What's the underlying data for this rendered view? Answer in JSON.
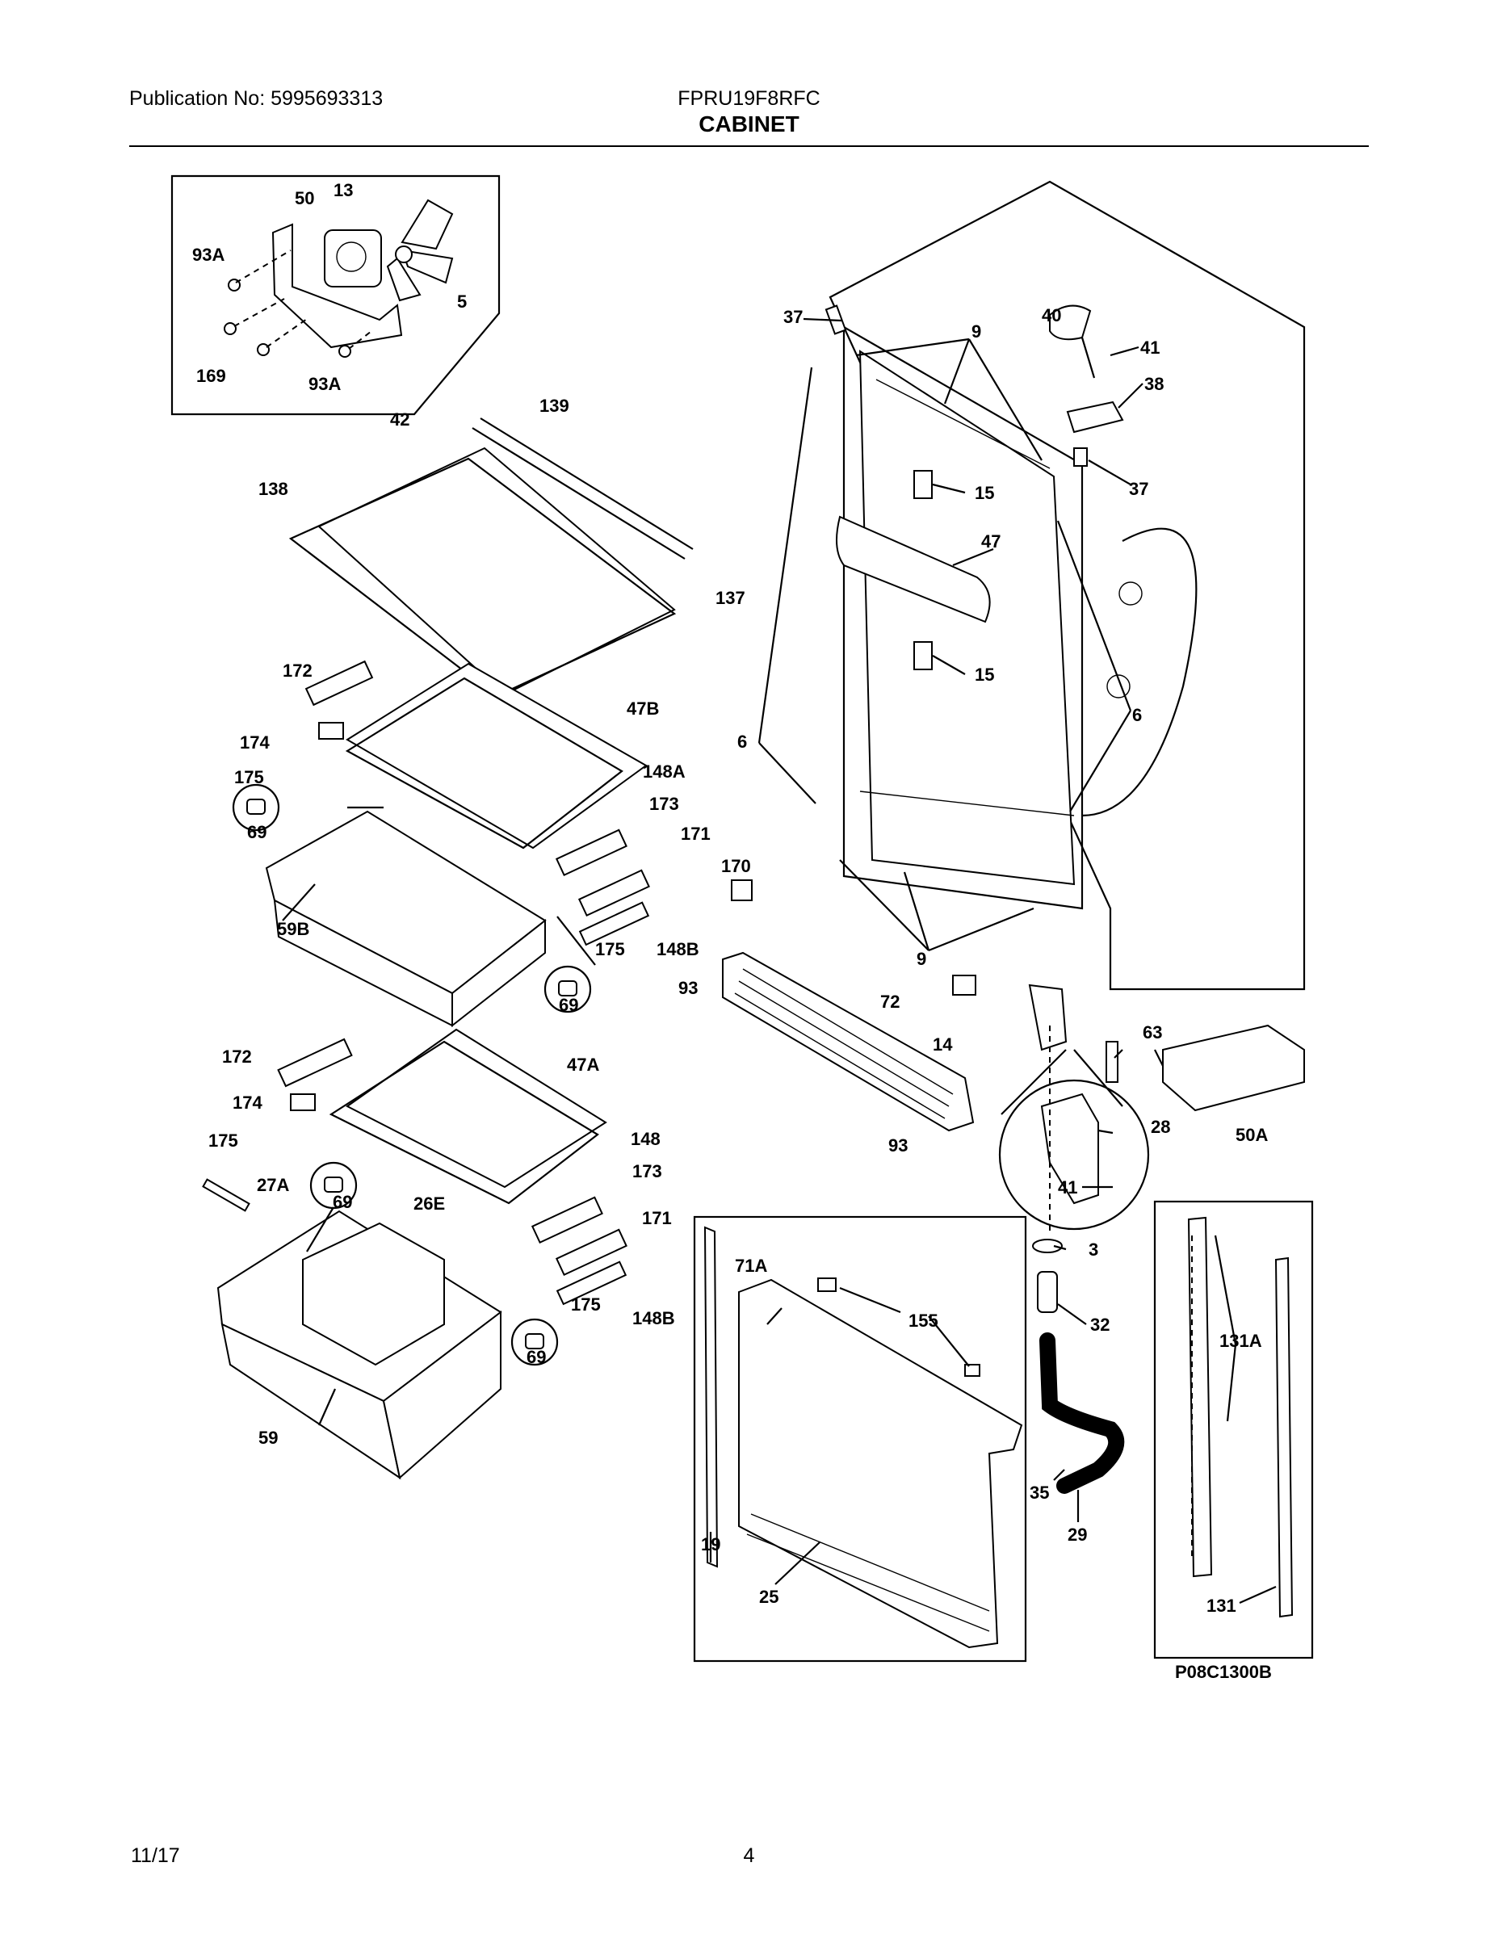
{
  "header": {
    "publication": "Publication No: 5995693313",
    "model": "FPRU19F8RFC",
    "section": "CABINET"
  },
  "footer": {
    "date": "11/17",
    "page": "4"
  },
  "figure_code": "P08C1300B",
  "part_labels": {
    "fan_motor": [
      "50",
      "13",
      "93A",
      "5",
      "169",
      "93A"
    ],
    "cabinet_top": [
      "37",
      "9",
      "40",
      "41",
      "38",
      "37",
      "15",
      "47",
      "15",
      "6",
      "6"
    ],
    "top_shelf": [
      "42",
      "139",
      "138",
      "137"
    ],
    "drawer_b": [
      "172",
      "47B",
      "174",
      "175",
      "148A",
      "69",
      "173",
      "171",
      "170",
      "175",
      "148B",
      "59B",
      "69"
    ],
    "grille": [
      "93",
      "72",
      "9",
      "14",
      "63",
      "50A",
      "93"
    ],
    "drawer_a": [
      "172",
      "47A",
      "174",
      "175",
      "148",
      "173",
      "27A",
      "69",
      "26E",
      "171",
      "175",
      "148B",
      "69",
      "59"
    ],
    "hinge_detail": [
      "28",
      "41"
    ],
    "door_parts": [
      "71A",
      "155",
      "19",
      "25",
      "3",
      "32",
      "35",
      "29"
    ],
    "rails": [
      "131A",
      "131"
    ]
  },
  "colors": {
    "ink": "#000000",
    "paper": "#ffffff"
  }
}
